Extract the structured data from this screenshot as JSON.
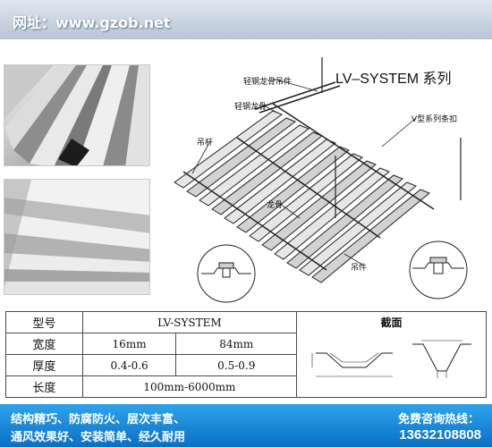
{
  "header": {
    "site_url": "网址：www.gzob.net"
  },
  "diagram": {
    "title": "LV–SYSTEM 系列",
    "callouts": {
      "light_keel_hanger": "轻钢龙骨吊件",
      "light_keel": "轻钢龙骨",
      "hanger_rod": "吊杆",
      "v_strip_clip": "V型系列条扣",
      "keel": "龙骨",
      "hanger_part": "吊件"
    }
  },
  "spec_table": {
    "model_label": "型号",
    "model_value": "LV-SYSTEM",
    "section_label": "截面",
    "rows": [
      {
        "label": "宽度",
        "a": "16mm",
        "b": "84mm"
      },
      {
        "label": "厚度",
        "a": "0.4-0.6",
        "b": "0.5-0.9"
      },
      {
        "label": "长度",
        "span": "100mm-6000mm"
      }
    ]
  },
  "footer": {
    "slogan_line1": "结构精巧、防腐防火、层次丰富、",
    "slogan_line2": "通风效果好、安装简单、经久耐用",
    "hotline_label": "免费咨询热线：",
    "hotline_number": "13632108808"
  }
}
